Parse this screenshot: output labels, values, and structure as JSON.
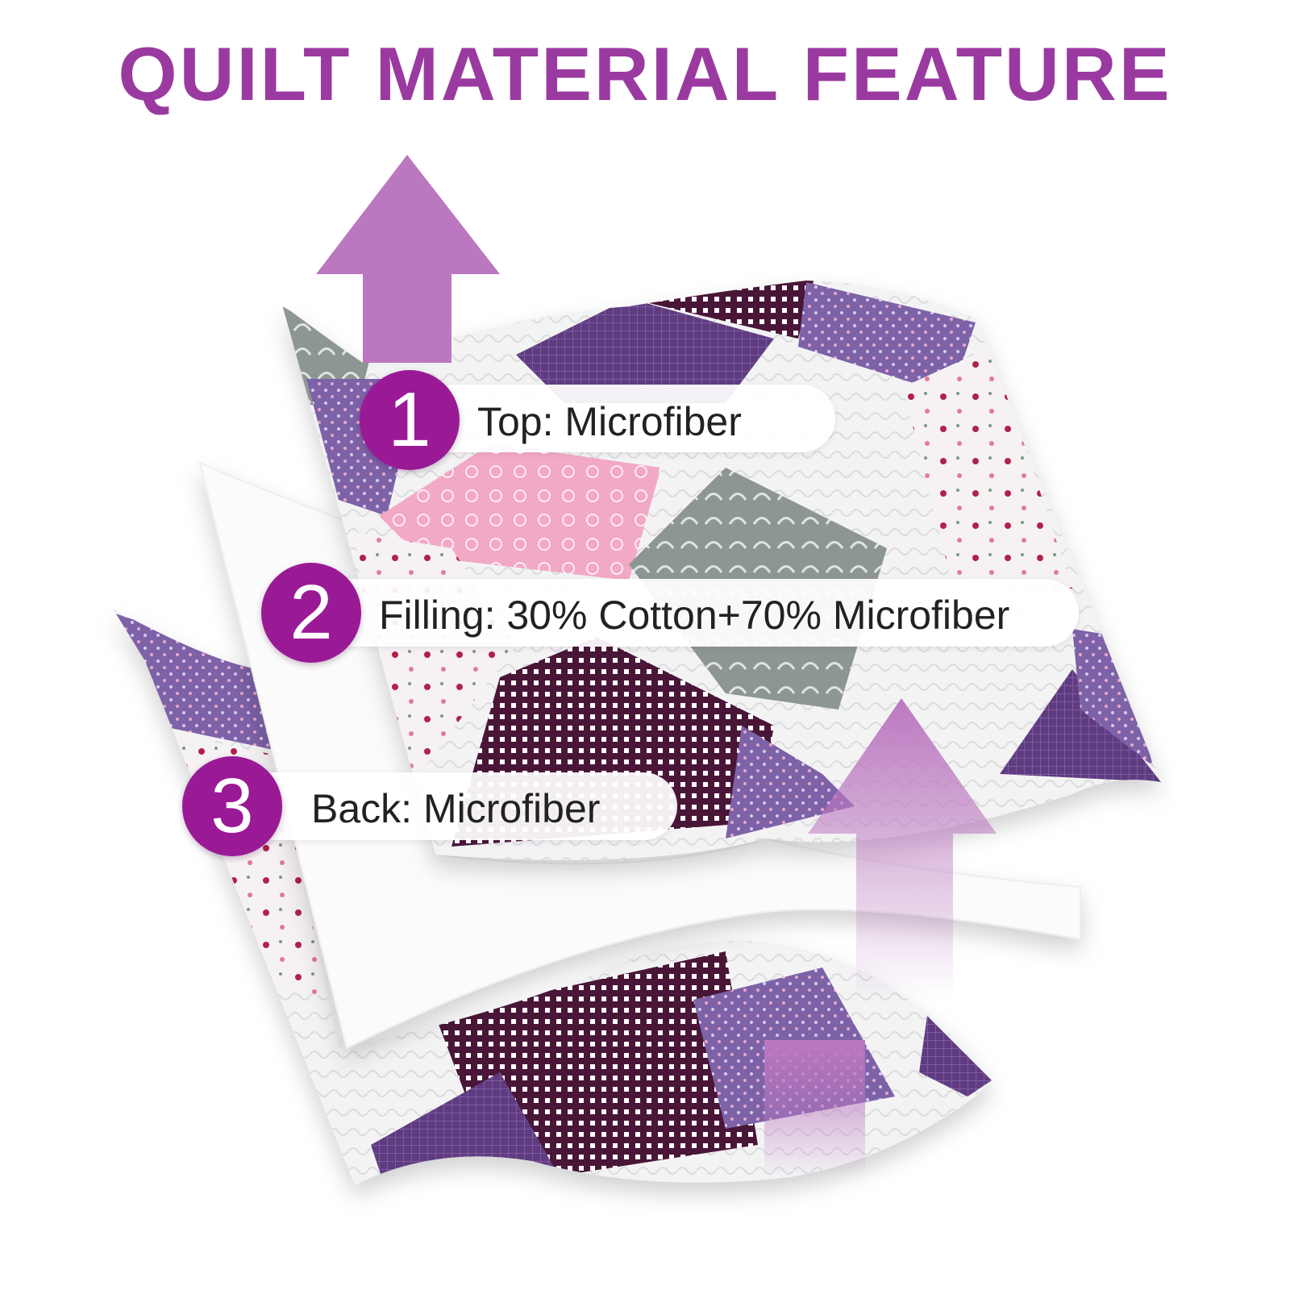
{
  "title": "QUILT MATERIAL FEATURE",
  "layers": [
    {
      "number": "1",
      "label": "Top: Microfiber"
    },
    {
      "number": "2",
      "label": "Filling: 30% Cotton+70% Microfiber"
    },
    {
      "number": "3",
      "label": "Back: Microfiber"
    }
  ],
  "colors": {
    "title": "#9a3aa0",
    "badge": "#9a1a96",
    "arrow": "#bb78c0",
    "deep_purple": "#5e3a80",
    "plum": "#4a1838",
    "lavender": "#8a6fb0",
    "pink": "#f0a8c4",
    "gray": "#8e9694"
  },
  "icons": [
    "up-arrow-icon"
  ]
}
